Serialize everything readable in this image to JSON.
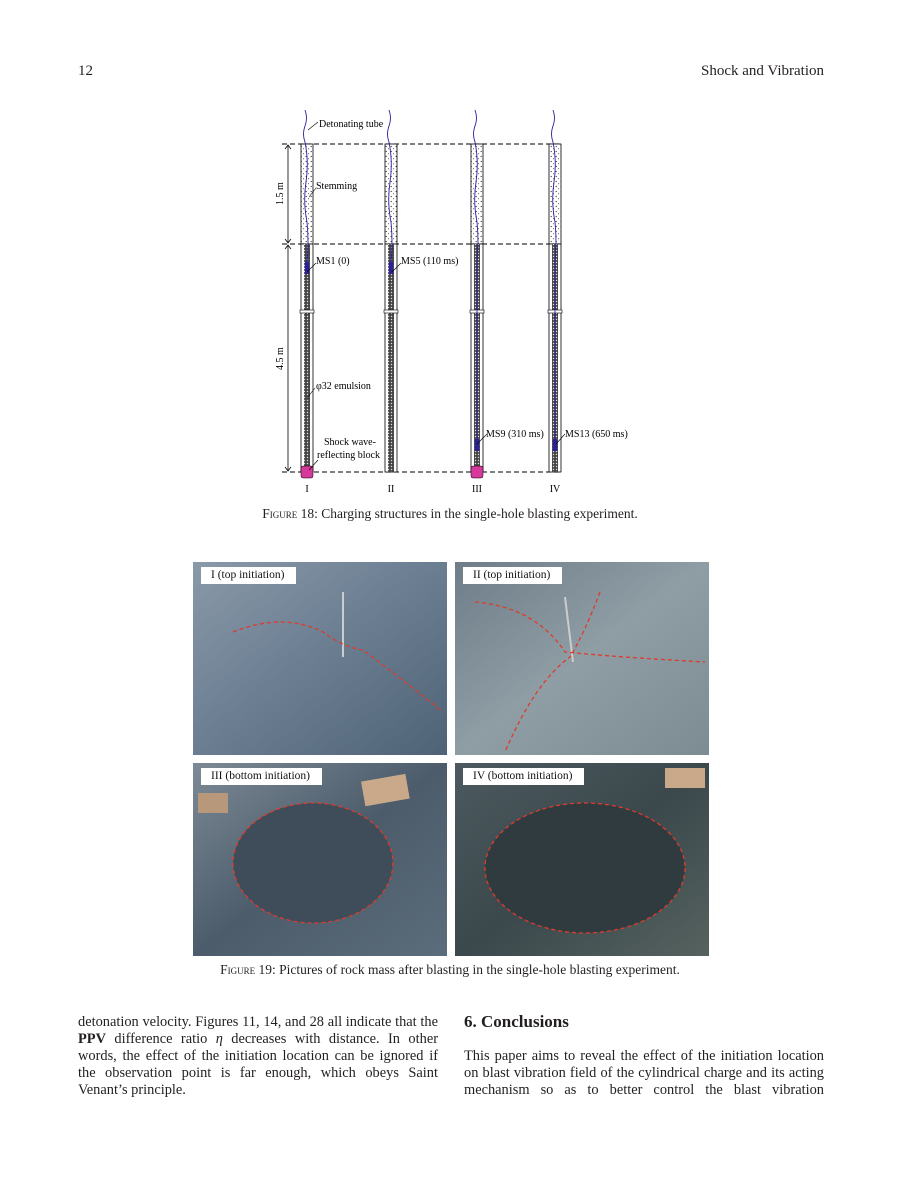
{
  "header": {
    "page_number": "12",
    "journal": "Shock and Vibration"
  },
  "figure18": {
    "labels": {
      "detonating_tube": "Detonating tube",
      "stemming": "Stemming",
      "len_top": "1.5 m",
      "len_bottom": "4.5 m",
      "emulsion": "φ32 emulsion",
      "block_line1": "Shock wave-",
      "block_line2": "reflecting block"
    },
    "holes": [
      {
        "id": "I",
        "detonator": "MS1 (0)"
      },
      {
        "id": "II",
        "detonator": "MS5 (110 ms)"
      },
      {
        "id": "III",
        "detonator": "MS9 (310 ms)"
      },
      {
        "id": "IV",
        "detonator": "MS13 (650 ms)"
      }
    ],
    "caption_label": "Figure 18:",
    "caption_text": " Charging structures in the single-hole blasting experiment."
  },
  "figure19": {
    "panels": [
      {
        "label": "I (top initiation)"
      },
      {
        "label": "II (top initiation)"
      },
      {
        "label": "III (bottom initiation)"
      },
      {
        "label": "IV (bottom initiation)"
      }
    ],
    "caption_label": "Figure 19:",
    "caption_text": " Pictures of rock mass after blasting in the single-hole blasting experiment."
  },
  "body": {
    "left_pre": "detonation velocity. Figures 11, 14, and 28 all indicate that the ",
    "left_bold": "PPV",
    "left_mid": " difference ratio ",
    "left_eta": "η",
    "left_post": " decreases with distance. In other words, the effect of the initiation location can be ignored if the observation point is far enough, which obeys Saint Venant’s principle.",
    "section_title": "6. Conclusions",
    "right_text": "This paper aims to reveal the effect of the initiation location on blast vibration field of the cylindrical charge and its acting mechanism so as to better control the blast vibration"
  },
  "colors": {
    "tube_blue": "#2a1f9e",
    "dash_red": "#e03a2a",
    "block_pink": "#d6399a"
  }
}
